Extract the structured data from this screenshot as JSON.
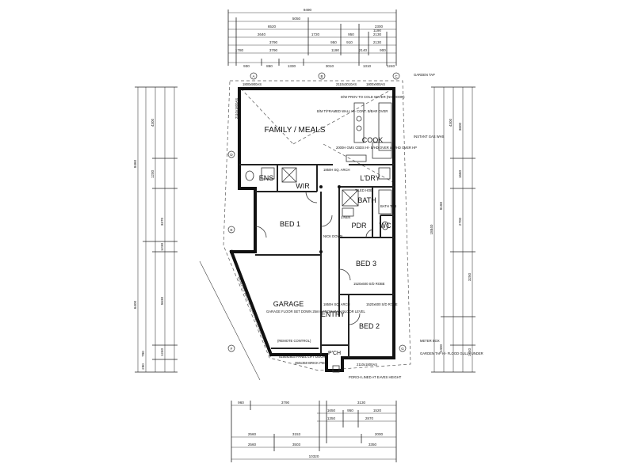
{
  "rooms": {
    "family": "FAMILY / MEALS",
    "cook": "COOK",
    "ens": "ENS",
    "wir": "WIR",
    "ldry": "L'DRY",
    "bath": "BATH",
    "bed1": "BED 1",
    "pdr": "PDR",
    "wc": "WC",
    "bed3": "BED 3",
    "garage": "GARAGE",
    "entry": "ENTRY",
    "bed2": "BED 2",
    "porch": "P'CH"
  },
  "notes": {
    "garden_tap_top": "GARDEN TAP",
    "instant_gas": "INSTANT GAS WHS",
    "meter_box": "METER BOX",
    "garden_tap_bottom": "GARDEN TAP H/- FLOOD GULLY UNDER",
    "porch_lined": "PORCH LINED AT EAVES HEIGHT",
    "brick_pier": "350x350 BRICK PIER",
    "remote_control": "(REMOTE CONTROL)",
    "panel_lift_door": "5150x2803 PANEL LIFT DOOR",
    "garage_floor": "GARAGE FLOOR SET DOWN 25mm FROM MAIN FLOOR LEVEL",
    "bm_wall": "B/M T/FRAMED WALL H/- CONT. B/BAR OVER",
    "dw_prov": "D/W PROV TO COLD WATER (NO DOOR)",
    "gms_over": "2000H GMS CBDS H/- B/HD OVER & B/HD OVER HP",
    "arch_1": "1850H SQ. ARCH",
    "arch_2": "1850H SQ. ARCH",
    "linen": "LINEN",
    "tiled_hob": "TILED HOB",
    "bath_tub": "BATH TUB",
    "robe_1": "1520x600 S/D ROBE",
    "robe_2": "1520x600 S/D ROBE",
    "nick_note": "NICK DOWN",
    "window_top_a": "1800x900AS",
    "window_top_b": "2110x3010AS",
    "window_top_c": "1800x900AS",
    "window_bottom": "2110x1800AS",
    "sliding_door": "2110x1800AS",
    "garage_wall_note": "DENOTES WALL H/- DOOR 240mm CLEARANCE"
  },
  "dims_top": {
    "r1": [
      "9490"
    ],
    "r2": [
      "5050"
    ],
    "r3": [
      "6520",
      "2300"
    ],
    "r4": [
      "2640",
      "1720",
      "950",
      "2130",
      "1190"
    ],
    "r5": [
      "3790",
      "950",
      "910",
      "2130"
    ],
    "r6": [
      "1780",
      "3790",
      "1190",
      "2140",
      "900"
    ],
    "r7": [
      "930",
      "850",
      "1330",
      "3010",
      "1310",
      "1240"
    ]
  },
  "dims_bottom": {
    "r1": [
      "960",
      "3790",
      "3130"
    ],
    "r2": [
      "1650",
      "950",
      "1520"
    ],
    "r3": [
      "1350",
      "2870"
    ],
    "r4": [
      "2560",
      "3153",
      "2000"
    ],
    "r5": [
      "2560",
      "3503",
      "3350"
    ],
    "r6": [
      "10320"
    ]
  },
  "dims_left_outer": [
    "8460",
    "6400",
    "790",
    "290"
  ],
  "dims_left_inner": [
    "4300",
    "1200",
    "3370",
    "1230",
    "5630",
    "1240"
  ],
  "dims_right_outer": [
    "18840",
    "8180",
    "2400"
  ],
  "dims_right_inner": [
    "4300",
    "3600",
    "1660",
    "2700",
    "3250",
    "1240"
  ],
  "grid_labels": [
    "A",
    "B",
    "C",
    "D",
    "E",
    "F",
    "G"
  ]
}
